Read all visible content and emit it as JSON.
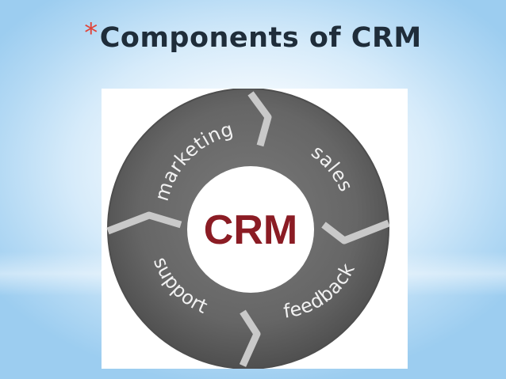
{
  "slide": {
    "bullet": "*",
    "title": "Components of CRM"
  },
  "diagram": {
    "center": "CRM",
    "segments": [
      {
        "id": "marketing",
        "label": "marketing"
      },
      {
        "id": "sales",
        "label": "sales"
      },
      {
        "id": "feedback",
        "label": "feedback"
      },
      {
        "id": "support",
        "label": "support"
      }
    ],
    "colors": {
      "segment_fill": "#6b6b6b",
      "segment_edge": "#4e4e4e",
      "separator": "#c9c9c9",
      "center_fill": "#ffffff",
      "center_text": "#8b1c24",
      "label_text": "#f2f2f2"
    }
  }
}
